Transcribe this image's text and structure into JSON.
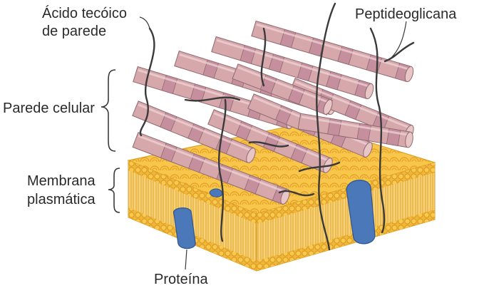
{
  "labels": {
    "teichoic_acid": {
      "line1": "Ácido tecóico",
      "line2": "de parede"
    },
    "peptidoglycan": "Peptideoglicana",
    "cell_wall": "Parede celular",
    "plasma_membrane": {
      "line1": "Membrana",
      "line2": "plasmática"
    },
    "protein": "Proteína"
  },
  "colors": {
    "cylinder_fill": "#d6a8ac",
    "cylinder_band": "#c58f9e",
    "cylinder_end": "#e8c6c6",
    "membrane_top": "#f7c64a",
    "membrane_side": "#f0b93a",
    "lipid_head": "#e8a72a",
    "protein": "#4b78b8",
    "strand": "#3a3a3a",
    "text": "#2a2a2a"
  },
  "icons": {
    "cell_wall_bracket": "left-curly-brace",
    "membrane_bracket": "left-curly-brace"
  }
}
